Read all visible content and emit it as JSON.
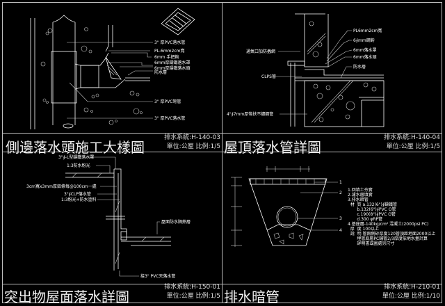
{
  "panels": [
    {
      "title": "側邊落水頭施工大樣圖",
      "system": "排水系統:H-140-03",
      "unit_scale": "單位:公厘  比例:1/5",
      "labels": [
        "3\" 厚PVC落水管",
        "PL-6mm2cm寬",
        "6mm 手把鉤",
        "6mm厚鑄鐵落水罩",
        "6mm厚鑄鐵落水頭",
        "防水層",
        "3\" 厚PVC彎管",
        "3\" 厚PVC落水管"
      ]
    },
    {
      "title": "屋頂落水管詳圖",
      "system": "排水系統:H-140-04",
      "unit_scale": "單位:公厘  比例:1/5",
      "labels_right": [
        "PL6mm2cm寬",
        "6∮mm鋼鉤",
        "6mm落水罩",
        "6mm落水頭",
        "防水層"
      ],
      "labels_left": [
        "通氣口加防蟲網",
        "CLPS管",
        "4\"∮7mm厚彎扶不鏽鋼管"
      ]
    },
    {
      "title": "突出物屋面落水詳圖",
      "system": "排水系統:H-150-01",
      "unit_scale": "單位:公厘  比例:1/5",
      "labels": [
        "3\"∮-L型鑄鐵落水罩",
        "1:3防水粉光",
        "3cm寬x3mm厚鋁條每@100cm一處",
        "3\"∮CLP落水管",
        "1:3粉光+防水塗料",
        "屋面防水隔熱層",
        "接3\" PVC天落水管"
      ]
    },
    {
      "title": "排水暗管",
      "system": "排水系統:H-210-01",
      "unit_scale": "單位:公厘  比例:1/10",
      "callouts": [
        "1",
        "2",
        "3",
        "4"
      ],
      "notes": [
        "1.回填土夯實",
        "2.濾水層填實",
        "3.排水暗管",
        "  材  質 a.132(6\")∮鑄鐵管",
        "       b.132(6\")∮PVC O管",
        "       c.190(8\")∮PVC O管",
        "       d.300 φRP管",
        "4.基座層-140kg/cm² 混凝土(2000psi PC)",
        "  厚  度 100以上",
        "  說  明 管兩側砂厚度120管頂距地面2000以上",
        "       埋管底層PC鋪管2/3厚度依地水量計算",
        "       詳明書或圖處另尺寸"
      ]
    }
  ]
}
